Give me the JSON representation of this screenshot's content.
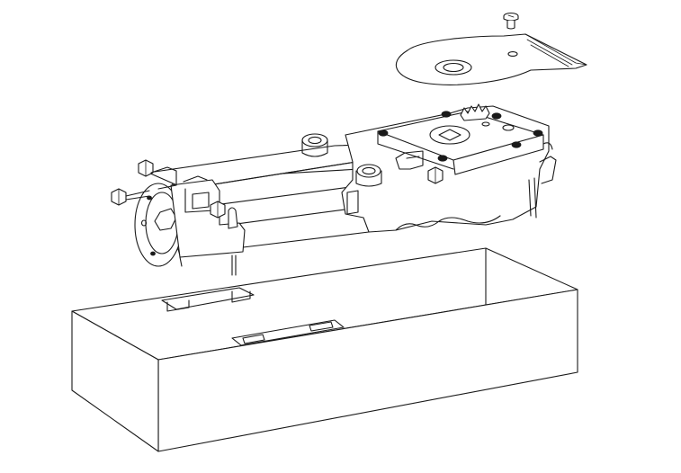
{
  "diagram": {
    "kind": "exploded-assembly-line-drawing",
    "parts": [
      "cover-screw",
      "cover-plate",
      "closer-body",
      "cement-case"
    ],
    "colors": {
      "line": "#1a1a1a",
      "fill": "#ffffff",
      "background": "#ffffff"
    }
  }
}
